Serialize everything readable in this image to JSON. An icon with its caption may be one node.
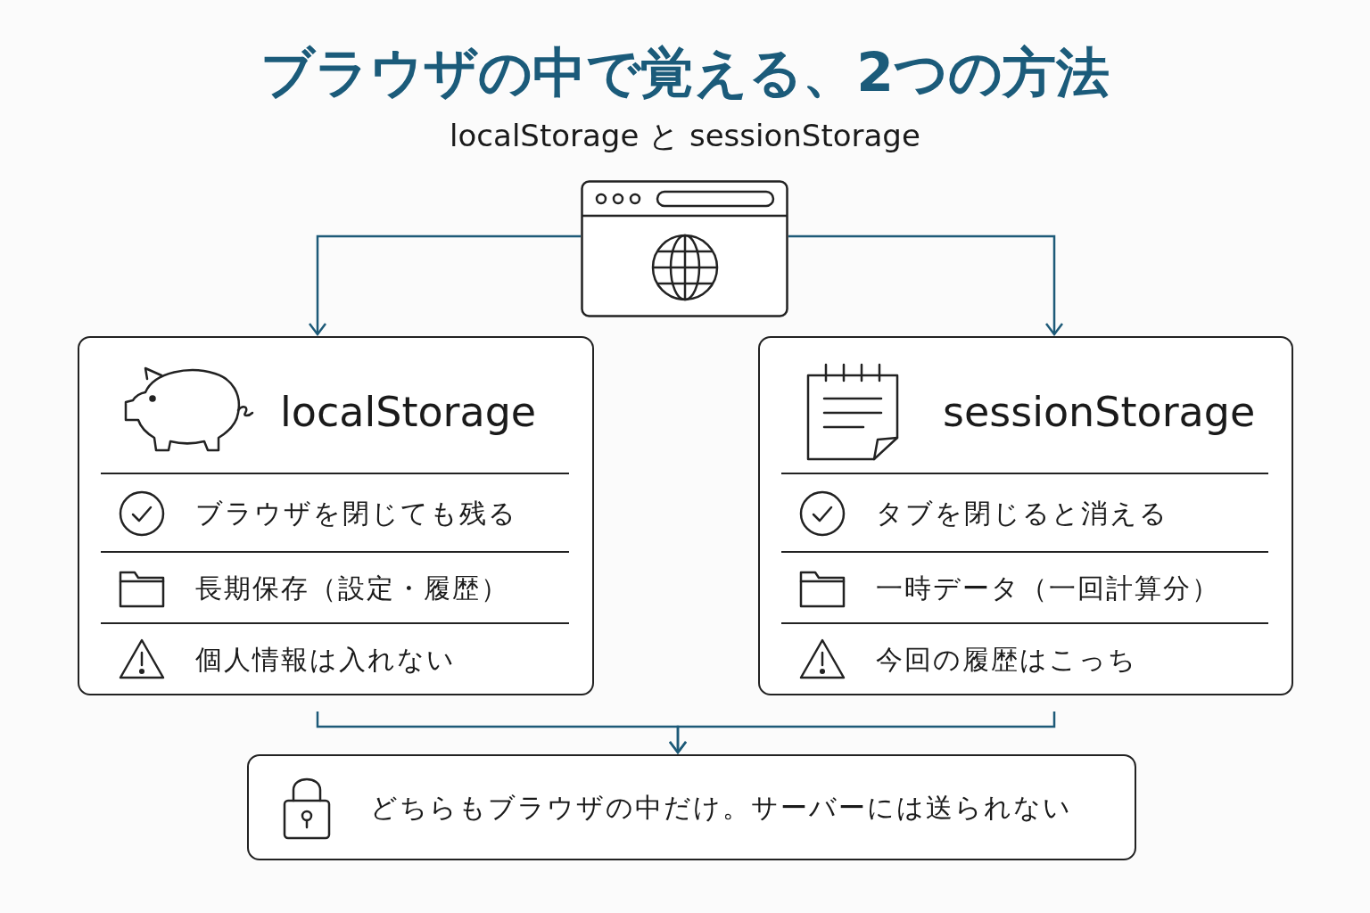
{
  "diagram": {
    "title": "ブラウザの中で覚える、2つの方法",
    "nodes": [
      {
        "text": [],
        "shape": "picture"
      },
      {
        "text": [
          "localStorage",
          "ブラウザを閉じても残る",
          "長期保存（設定・履歴）",
          "個人情報は入れない"
        ]
      },
      {
        "text": [
          "sessionStorage",
          "タブを閉じると消える",
          "一時データ（一回計算分）",
          "今回の履歴はこっち"
        ]
      },
      {
        "text": [
          "どちらもブラウザの中だけ。サーバーには送られない"
        ]
      }
    ],
    "edges": [
      {
        "from": 0,
        "to": 1,
        "arrow": "to"
      },
      {
        "from": 0,
        "to": 2,
        "arrow": "to"
      },
      {
        "from": 1,
        "to": 3,
        "arrow": "to"
      },
      {
        "from": 2,
        "to": 3,
        "arrow": "to"
      }
    ],
    "labels": [
      "localStorage と sessionStorage"
    ]
  }
}
